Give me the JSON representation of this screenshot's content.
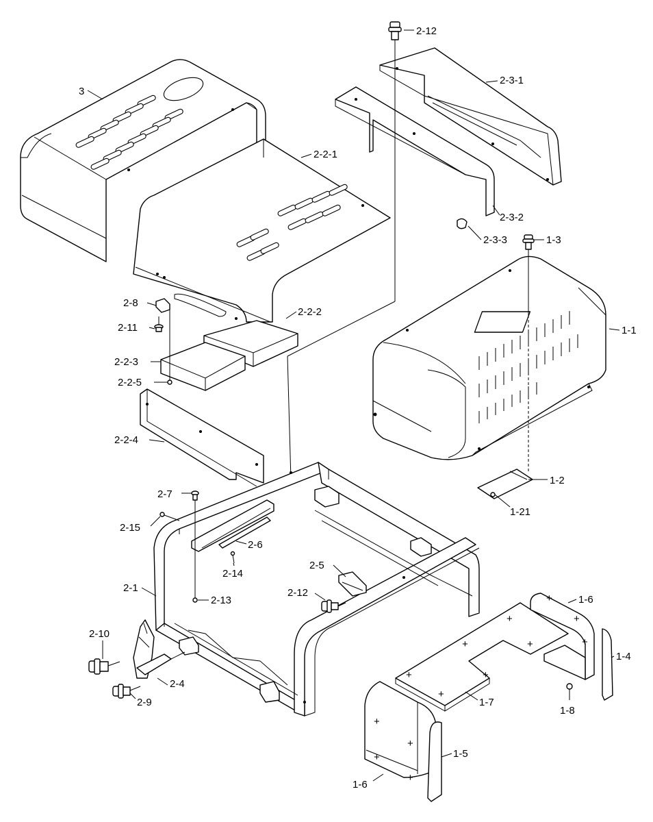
{
  "callouts": [
    {
      "id": "c1",
      "text": "2-12"
    },
    {
      "id": "c2",
      "text": "3"
    },
    {
      "id": "c3",
      "text": "2-3-1"
    },
    {
      "id": "c4",
      "text": "2-2-1"
    },
    {
      "id": "c5",
      "text": "2-3-2"
    },
    {
      "id": "c6",
      "text": "2-3-3"
    },
    {
      "id": "c7",
      "text": "1-3"
    },
    {
      "id": "c8",
      "text": "2-8"
    },
    {
      "id": "c9",
      "text": "2-2-2"
    },
    {
      "id": "c10",
      "text": "2-11"
    },
    {
      "id": "c11",
      "text": "1-1"
    },
    {
      "id": "c12",
      "text": "2-2-3"
    },
    {
      "id": "c13",
      "text": "2-2-5"
    },
    {
      "id": "c14",
      "text": "2-2-4"
    },
    {
      "id": "c15",
      "text": "1-2"
    },
    {
      "id": "c16",
      "text": "2-7"
    },
    {
      "id": "c17",
      "text": "1-21"
    },
    {
      "id": "c18",
      "text": "2-15"
    },
    {
      "id": "c19",
      "text": "2-6"
    },
    {
      "id": "c20",
      "text": "2-14"
    },
    {
      "id": "c21",
      "text": "2-5"
    },
    {
      "id": "c22",
      "text": "2-1"
    },
    {
      "id": "c23",
      "text": "2-13"
    },
    {
      "id": "c24",
      "text": "2-12"
    },
    {
      "id": "c25",
      "text": "1-6"
    },
    {
      "id": "c26",
      "text": "2-10"
    },
    {
      "id": "c27",
      "text": "1-4"
    },
    {
      "id": "c28",
      "text": "2-4"
    },
    {
      "id": "c29",
      "text": "2-9"
    },
    {
      "id": "c30",
      "text": "1-7"
    },
    {
      "id": "c31",
      "text": "1-8"
    },
    {
      "id": "c32",
      "text": "1-5"
    },
    {
      "id": "c33",
      "text": "1-6"
    }
  ]
}
